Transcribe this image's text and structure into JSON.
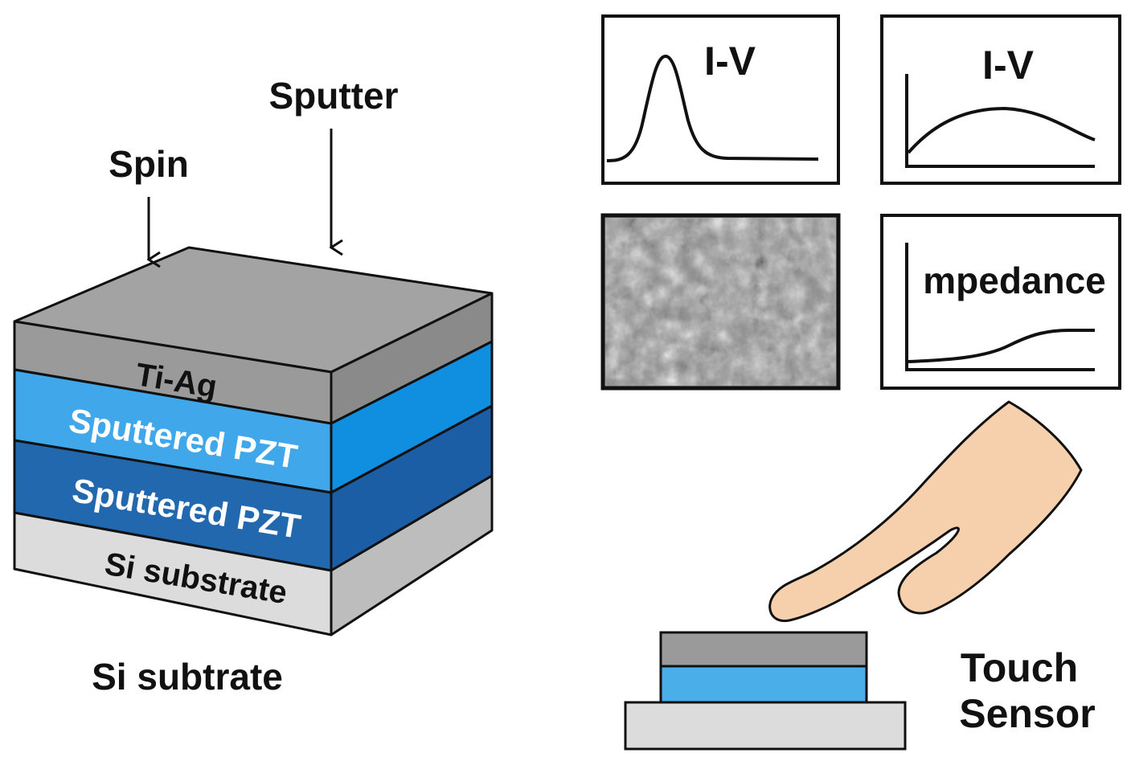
{
  "labels": {
    "sputter": "Sputter",
    "spin": "Spin",
    "bottom_caption": "Si subtrate",
    "touch_line1": "Touch",
    "touch_line2": "Sensor"
  },
  "stack_layers": {
    "ti_ag": "Ti-Ag",
    "pzt_top": "Sputtered PZT",
    "pzt_bottom": "Sputtered PZT",
    "substrate": "Si substrate"
  },
  "panels": {
    "iv_top_left": "I-V",
    "iv_top_right": "I-V",
    "impedance": "mpedance"
  },
  "colors": {
    "electrode_gray": "#9a9a9a",
    "pzt_light_blue": "#3aa1e6",
    "pzt_dark_blue": "#1f66ad",
    "substrate_gray": "#dcdcdc",
    "finger_skin": "#f6d0ac"
  }
}
